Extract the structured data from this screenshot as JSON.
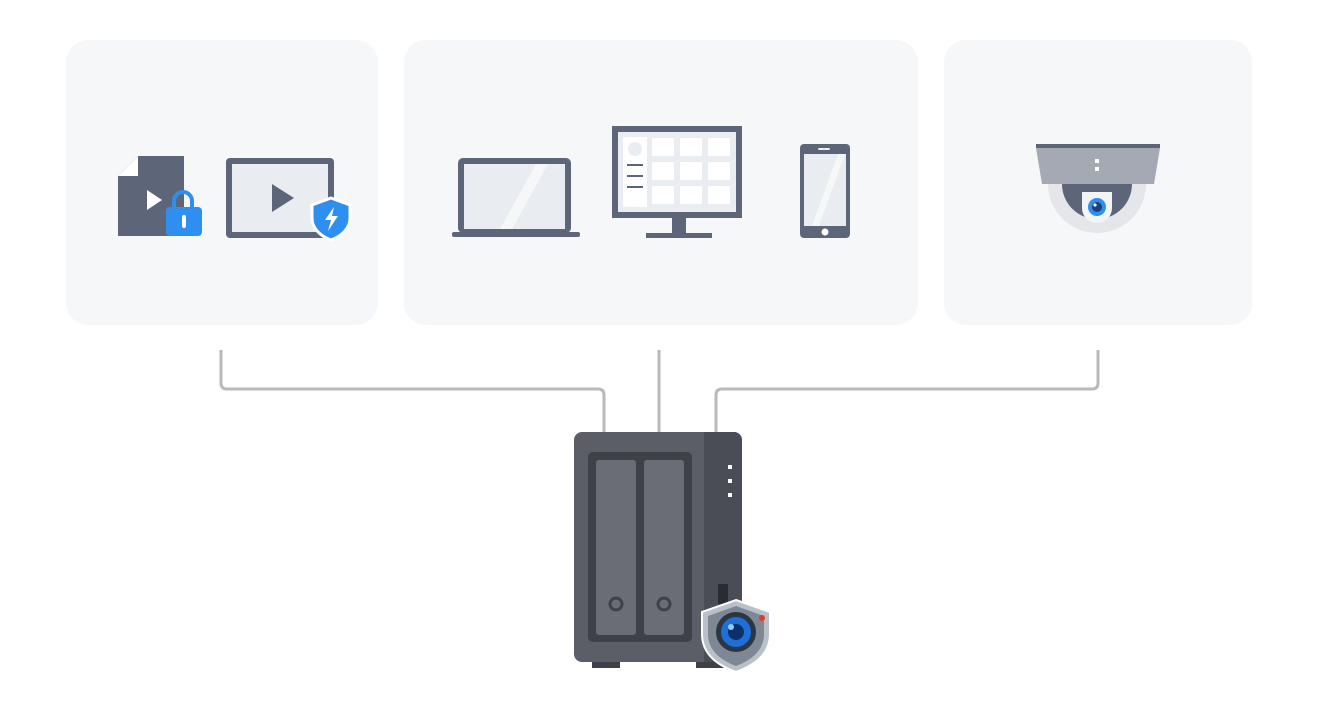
{
  "diagram": {
    "panels": [
      {
        "id": "media-security",
        "icons": [
          "locked-video-file-icon",
          "protected-video-player-icon"
        ]
      },
      {
        "id": "client-devices",
        "icons": [
          "laptop-icon",
          "desktop-monitor-icon",
          "smartphone-icon"
        ]
      },
      {
        "id": "cameras",
        "icons": [
          "dome-camera-icon"
        ]
      }
    ],
    "center_device": {
      "icon": "nas-server-icon",
      "badge": "surveillance-station-badge-icon"
    }
  },
  "colors": {
    "panel_bg": "#f6f7f9",
    "icon_dark": "#5d6678",
    "icon_light": "#e9ecf1",
    "accent_blue": "#2e8ff0",
    "connector": "#b9b9b9",
    "nas_body": "#5b5e66",
    "nas_side": "#4a4d55",
    "nas_bay_frame": "#3e4148",
    "nas_bay": "#6a6d75"
  }
}
